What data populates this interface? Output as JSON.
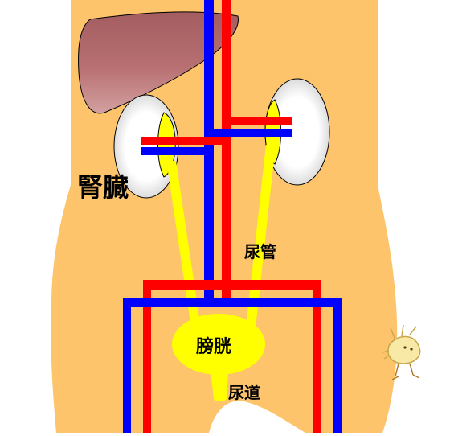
{
  "labels": {
    "kidney": "腎臓",
    "ureter": "尿管",
    "bladder": "膀胱",
    "urethra": "尿道"
  },
  "colors": {
    "skin": "#FDC46B",
    "liver": "#B87072",
    "kidney": "#F2F2F2",
    "artery": "#FF0000",
    "vein": "#0000FF",
    "urinary": "#FFFF00"
  }
}
